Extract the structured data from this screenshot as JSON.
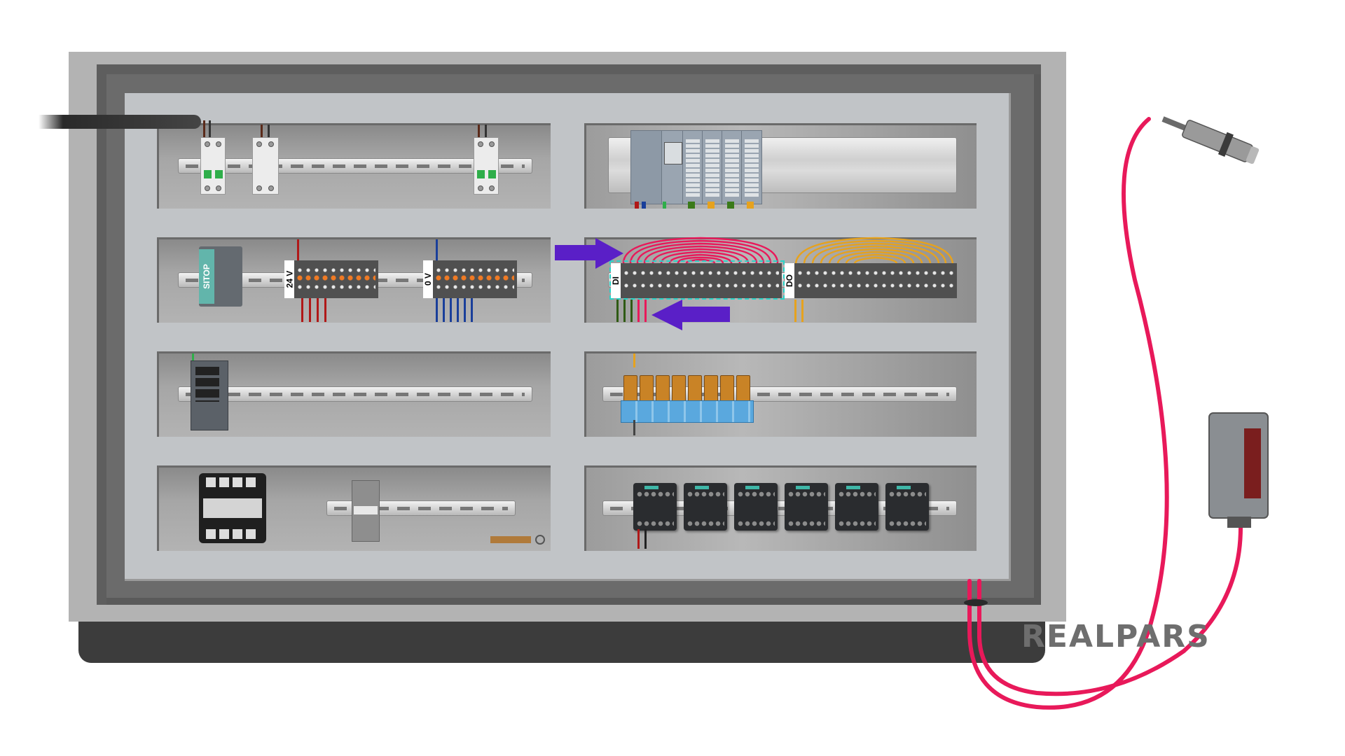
{
  "diagram": {
    "title": "PLC control panel with DI/DO terminal wiring to field sensors",
    "brand_logo": "REALPARS",
    "colors": {
      "enclosure_frame": "#b3b3b3",
      "enclosure_inner": "#6b6b6b",
      "backplate": "#c1c4c7",
      "arrow": "#5a1fc7",
      "sensor_cable": "#e8195a",
      "di_wires": "#e8195a",
      "do_wires": "#e6a21e",
      "highlight_dash": "#2ad3c8",
      "plus_24v_wire": "#b01818",
      "zero_v_wire": "#1a3f9a"
    },
    "rows": [
      {
        "left": {
          "name": "Circuit breakers",
          "components": [
            "2-pole circuit breaker",
            "fuse holder",
            "2-pole circuit breaker"
          ]
        },
        "right": {
          "name": "PLC rack",
          "components": [
            "CPU",
            "Interface module",
            "I/O module 1",
            "I/O module 2",
            "I/O module 3",
            "I/O module 4"
          ]
        }
      },
      {
        "left": {
          "name": "Power supply distribution",
          "components": [
            "SITOP power supply",
            "24 V terminal group",
            "0 V terminal group"
          ]
        },
        "right": {
          "name": "I/O terminal blocks",
          "components": [
            "DI terminal group",
            "DO terminal group"
          ]
        }
      },
      {
        "left": {
          "name": "Network",
          "components": [
            "Industrial Ethernet switch"
          ]
        },
        "right": {
          "name": "Interface relays",
          "components": [
            "Relay 1",
            "Relay 2",
            "Relay 3",
            "Relay 4",
            "Relay 5",
            "Relay 6",
            "Relay 7",
            "Relay 8"
          ]
        }
      },
      {
        "left": {
          "name": "Control transformer",
          "components": [
            "Control transformer",
            "Fuse terminal",
            "Ground bar"
          ]
        },
        "right": {
          "name": "Contactors",
          "components": [
            "Contactor 1",
            "Contactor 2",
            "Contactor 3",
            "Contactor 4",
            "Contactor 5",
            "Contactor 6"
          ]
        }
      }
    ],
    "labels": {
      "psu": "SITOP",
      "plus24": "24 V",
      "zero": "0 V",
      "di": "DI",
      "do": "DO"
    },
    "arrows": [
      {
        "name": "into-DI-arrow",
        "direction": "right",
        "meaning": "signal from PLC into DI terminals"
      },
      {
        "name": "from-DI-arrow",
        "direction": "left",
        "meaning": "field wiring to DI terminals"
      }
    ],
    "field_devices": [
      {
        "name": "Inductive proximity sensor",
        "type": "cylindrical"
      },
      {
        "name": "Photoelectric sensor",
        "type": "rectangular"
      }
    ]
  }
}
